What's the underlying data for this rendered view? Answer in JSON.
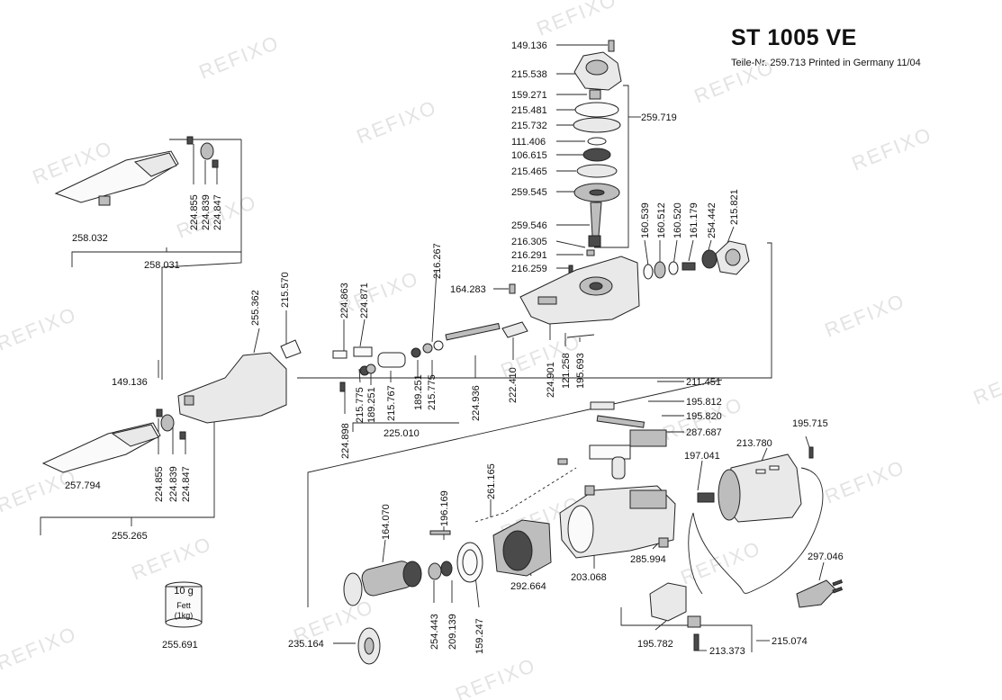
{
  "header": {
    "model": "ST 1005 VE",
    "subtitle": "Teile-Nr. 259.713 Printed in Germany 11/04"
  },
  "watermark": "REFIXO",
  "grease_tub": {
    "weight": "10 g",
    "content": "Fett",
    "size": "(1kg)"
  },
  "parts": [
    {
      "label": "149.136"
    },
    {
      "label": "215.538"
    },
    {
      "label": "159.271"
    },
    {
      "label": "215.481"
    },
    {
      "label": "215.732"
    },
    {
      "label": "259.719"
    },
    {
      "label": "111.406"
    },
    {
      "label": "106.615"
    },
    {
      "label": "215.465"
    },
    {
      "label": "259.545"
    },
    {
      "label": "259.546"
    },
    {
      "label": "216.305"
    },
    {
      "label": "216.291"
    },
    {
      "label": "216.259"
    },
    {
      "label": "160.539"
    },
    {
      "label": "160.512"
    },
    {
      "label": "160.520"
    },
    {
      "label": "161.179"
    },
    {
      "label": "254.442"
    },
    {
      "label": "215.821"
    },
    {
      "label": "224.855"
    },
    {
      "label": "224.839"
    },
    {
      "label": "224.847"
    },
    {
      "label": "258.032"
    },
    {
      "label": "258.031"
    },
    {
      "label": "255.362"
    },
    {
      "label": "215.570"
    },
    {
      "label": "224.863"
    },
    {
      "label": "224.871"
    },
    {
      "label": "216.267"
    },
    {
      "label": "164.283"
    },
    {
      "label": "149.136"
    },
    {
      "label": "224.898"
    },
    {
      "label": "215.775"
    },
    {
      "label": "189.251"
    },
    {
      "label": "215.767"
    },
    {
      "label": "189.251"
    },
    {
      "label": "215.775"
    },
    {
      "label": "224.936"
    },
    {
      "label": "222.410"
    },
    {
      "label": "224.901"
    },
    {
      "label": "121.258"
    },
    {
      "label": "195.693"
    },
    {
      "label": "225.010"
    },
    {
      "label": "224.855"
    },
    {
      "label": "224.839"
    },
    {
      "label": "224.847"
    },
    {
      "label": "257.794"
    },
    {
      "label": "255.265"
    },
    {
      "label": "211.451"
    },
    {
      "label": "195.812"
    },
    {
      "label": "195.820"
    },
    {
      "label": "287.687"
    },
    {
      "label": "195.715"
    },
    {
      "label": "213.780"
    },
    {
      "label": "197.041"
    },
    {
      "label": "196.169"
    },
    {
      "label": "261.165"
    },
    {
      "label": "164.070"
    },
    {
      "label": "292.664"
    },
    {
      "label": "203.068"
    },
    {
      "label": "285.994"
    },
    {
      "label": "297.046"
    },
    {
      "label": "254.443"
    },
    {
      "label": "209.139"
    },
    {
      "label": "159.247"
    },
    {
      "label": "235.164"
    },
    {
      "label": "195.782"
    },
    {
      "label": "213.373"
    },
    {
      "label": "215.074"
    },
    {
      "label": "255.691"
    }
  ]
}
